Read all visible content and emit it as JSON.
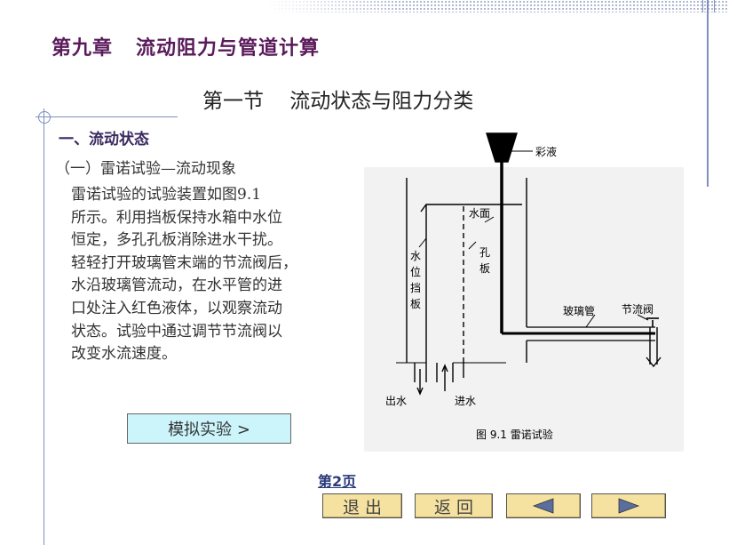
{
  "chapter_title": "第九章   流动阻力与管道计算",
  "section_title": "第一节    流动状态与阻力分类",
  "subheading_1": "一、流动状态",
  "subheading_2": "（一）雷诺试验—流动现象",
  "body_lines": [
    "   雷诺试验的试验装置如图9.1",
    "所示。利用挡板保持水箱中水位",
    "恒定，多孔孔板消除进水干扰。",
    "轻轻打开玻璃管末端的节流阀后，",
    "水沿玻璃管流动，在水平管的进",
    "口处注入红色液体，以观察流动",
    "状态。试验中通过调节节流阀以",
    "改变水流速度。"
  ],
  "simulate_button": "模拟实验 >",
  "figure": {
    "labels": {
      "dye": "彩液",
      "water_surface": "水面",
      "orifice_1": "孔",
      "orifice_2": "板",
      "baffle_1": "水",
      "baffle_2": "位",
      "baffle_3": "挡",
      "baffle_4": "板",
      "glass_tube": "玻璃管",
      "throttle_valve": "节流阀",
      "water_out": "出水",
      "water_in": "进水"
    },
    "caption": "图 9.1  雷诺试验"
  },
  "page_number": "第2页",
  "nav": {
    "exit": "退 出",
    "back": "返 回",
    "prev_icon": "triangle-left-icon",
    "next_icon": "triangle-right-icon"
  },
  "colors": {
    "chapter_title": "#5a1a5a",
    "nav_button": "#f5e2a0",
    "simulate_button": "#ccf5fb",
    "nav_arrow": "#5a6ea0"
  }
}
